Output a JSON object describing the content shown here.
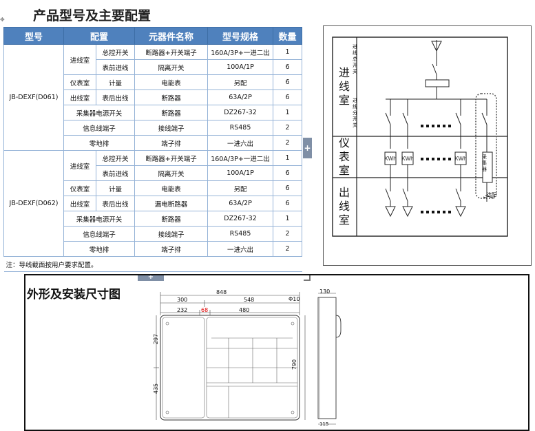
{
  "page_title": "产品型号及主要配置",
  "table": {
    "headers": [
      "型号",
      "配置",
      "元器件名称",
      "型号规格",
      "数量"
    ],
    "groups": [
      {
        "model": "JB-DEXF(D061)",
        "rows": [
          {
            "room": "进线室",
            "item": "总控开关",
            "component": "断路器+开关端子",
            "spec": "160A/3P+一进二出",
            "qty": "1"
          },
          {
            "room": "",
            "item": "表前进线",
            "component": "隔离开关",
            "spec": "100A/1P",
            "qty": "6"
          },
          {
            "room": "仪表室",
            "item": "计量",
            "component": "电能表",
            "spec": "另配",
            "qty": "6"
          },
          {
            "room": "出线室",
            "item": "表后出线",
            "component": "断路器",
            "spec": "63A/2P",
            "qty": "6"
          },
          {
            "room": "",
            "item": "采集器电源开关",
            "component": "断路器",
            "spec": "DZ267-32",
            "qty": "1"
          },
          {
            "room": "",
            "item": "信息线端子",
            "component": "接线端子",
            "spec": "RS485",
            "qty": "2"
          },
          {
            "room": "",
            "item": "零地排",
            "component": "端子排",
            "spec": "一进六出",
            "qty": "2"
          }
        ]
      },
      {
        "model": "JB-DEXF(D062)",
        "rows": [
          {
            "room": "进线室",
            "item": "总控开关",
            "component": "断路器+开关端子",
            "spec": "160A/3P+一进二出",
            "qty": "1"
          },
          {
            "room": "",
            "item": "表前进线",
            "component": "隔离开关",
            "spec": "100A/1P",
            "qty": "6"
          },
          {
            "room": "仪表室",
            "item": "计量",
            "component": "电能表",
            "spec": "另配",
            "qty": "6"
          },
          {
            "room": "出线室",
            "item": "表后出线",
            "component": "漏电断路器",
            "spec": "63A/2P",
            "qty": "6"
          },
          {
            "room": "",
            "item": "采集器电源开关",
            "component": "断路器",
            "spec": "DZ267-32",
            "qty": "1"
          },
          {
            "room": "",
            "item": "信息线端子",
            "component": "接线端子",
            "spec": "RS485",
            "qty": "2"
          },
          {
            "room": "",
            "item": "零地排",
            "component": "端子排",
            "spec": "一进六出",
            "qty": "2"
          }
        ]
      }
    ],
    "note": "注：导线截面按用户要求配置。"
  },
  "schematic": {
    "rooms": [
      "进线室",
      "仪表室",
      "出线室"
    ],
    "labels": {
      "main_switch": "进线总开关",
      "branch_switch": "进线分开关",
      "meter": "KWh",
      "collector": "采集器",
      "optional": "选配"
    }
  },
  "handles": {
    "right": "+",
    "bottom": "+"
  },
  "outline": {
    "title": "外形及安装尺寸图",
    "dims": {
      "total_width": "848",
      "left_width": "300",
      "right_width": "548",
      "hole": "Φ10",
      "inner_left": "232",
      "gap": "68",
      "inner_right": "480",
      "upper_height": "297",
      "lower_height": "435",
      "total_height": "790",
      "depth": "130",
      "depth_bottom": "115"
    }
  }
}
